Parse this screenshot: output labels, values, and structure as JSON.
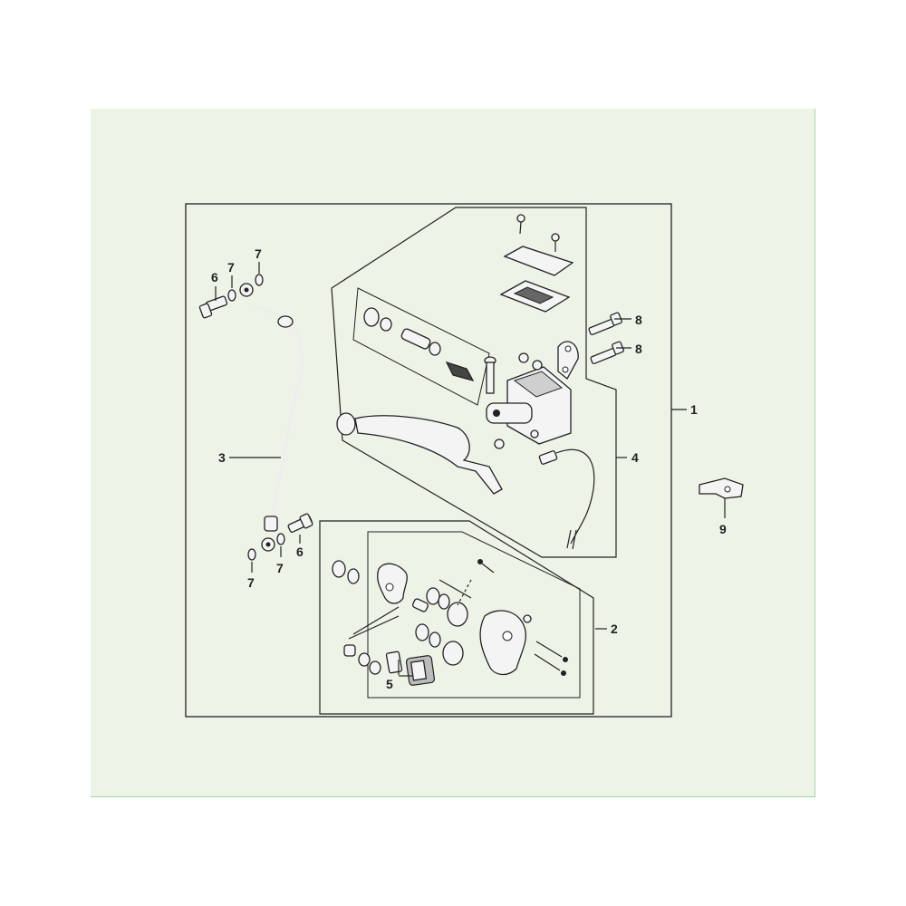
{
  "colors": {
    "panel_background": "#eef3e8",
    "panel_border": "#9fd49f",
    "line": "#222222"
  },
  "callouts": {
    "c1": "1",
    "c2": "2",
    "c3": "3",
    "c4": "4",
    "c5": "5",
    "c6a": "6",
    "c6b": "6",
    "c7a": "7",
    "c7b": "7",
    "c7c": "7",
    "c7d": "7",
    "c8a": "8",
    "c8b": "8",
    "c9": "9"
  }
}
